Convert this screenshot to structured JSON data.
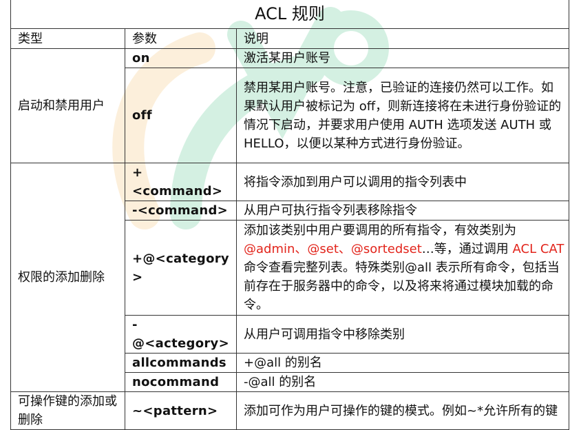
{
  "title": "ACL 规则",
  "headers": {
    "type": "类型",
    "param": "参数",
    "desc": "说明"
  },
  "groups": [
    {
      "category": "启动和禁用用户",
      "rows": [
        {
          "param": "on",
          "desc": "激活某用户账号"
        },
        {
          "param": "off",
          "desc": "禁用某用户账号。注意，已验证的连接仍然可以工作。如果默认用户被标记为 off，则新连接将在未进行身份验证的情况下启动，并要求用户使用 AUTH 选项发送 AUTH 或 HELLO，以便以某种方式进行身份验证。"
        }
      ]
    },
    {
      "category": "权限的添加删除",
      "rows": [
        {
          "param": "+<command>",
          "desc": "将指令添加到用户可以调用的指令列表中"
        },
        {
          "param": "-<command>",
          "desc": "从用户可执行指令列表移除指令"
        },
        {
          "param": "+@<category>",
          "desc_part1": "添加该类别中用户要调用的所有指令，有效类别为",
          "desc_red1": "@admin、@set、@sortedset",
          "desc_part2": "…等，通过调用",
          "desc_red2": "ACL CAT",
          "desc_part3": "命令查看完整列表。特殊类别@all 表示所有命令，包括当前存在于服务器中的命令，以及将来将通过模块加载的命令。"
        },
        {
          "param": "-@<actegory>",
          "desc": "从用户可调用指令中移除类别"
        },
        {
          "param": "allcommands",
          "desc": "+@all 的别名"
        },
        {
          "param": "nocommand",
          "desc": "-@all 的别名"
        }
      ]
    },
    {
      "category": "可操作键的添加或删除",
      "rows": [
        {
          "param": "~<pattern>",
          "desc": "添加可作为用户可操作的键的模式。例如~*允许所有的键"
        }
      ]
    }
  ],
  "colors": {
    "red_text": "#e2241b",
    "border": "#333333",
    "watermark_green": "#3fbf7f",
    "watermark_orange": "#f4b860"
  }
}
